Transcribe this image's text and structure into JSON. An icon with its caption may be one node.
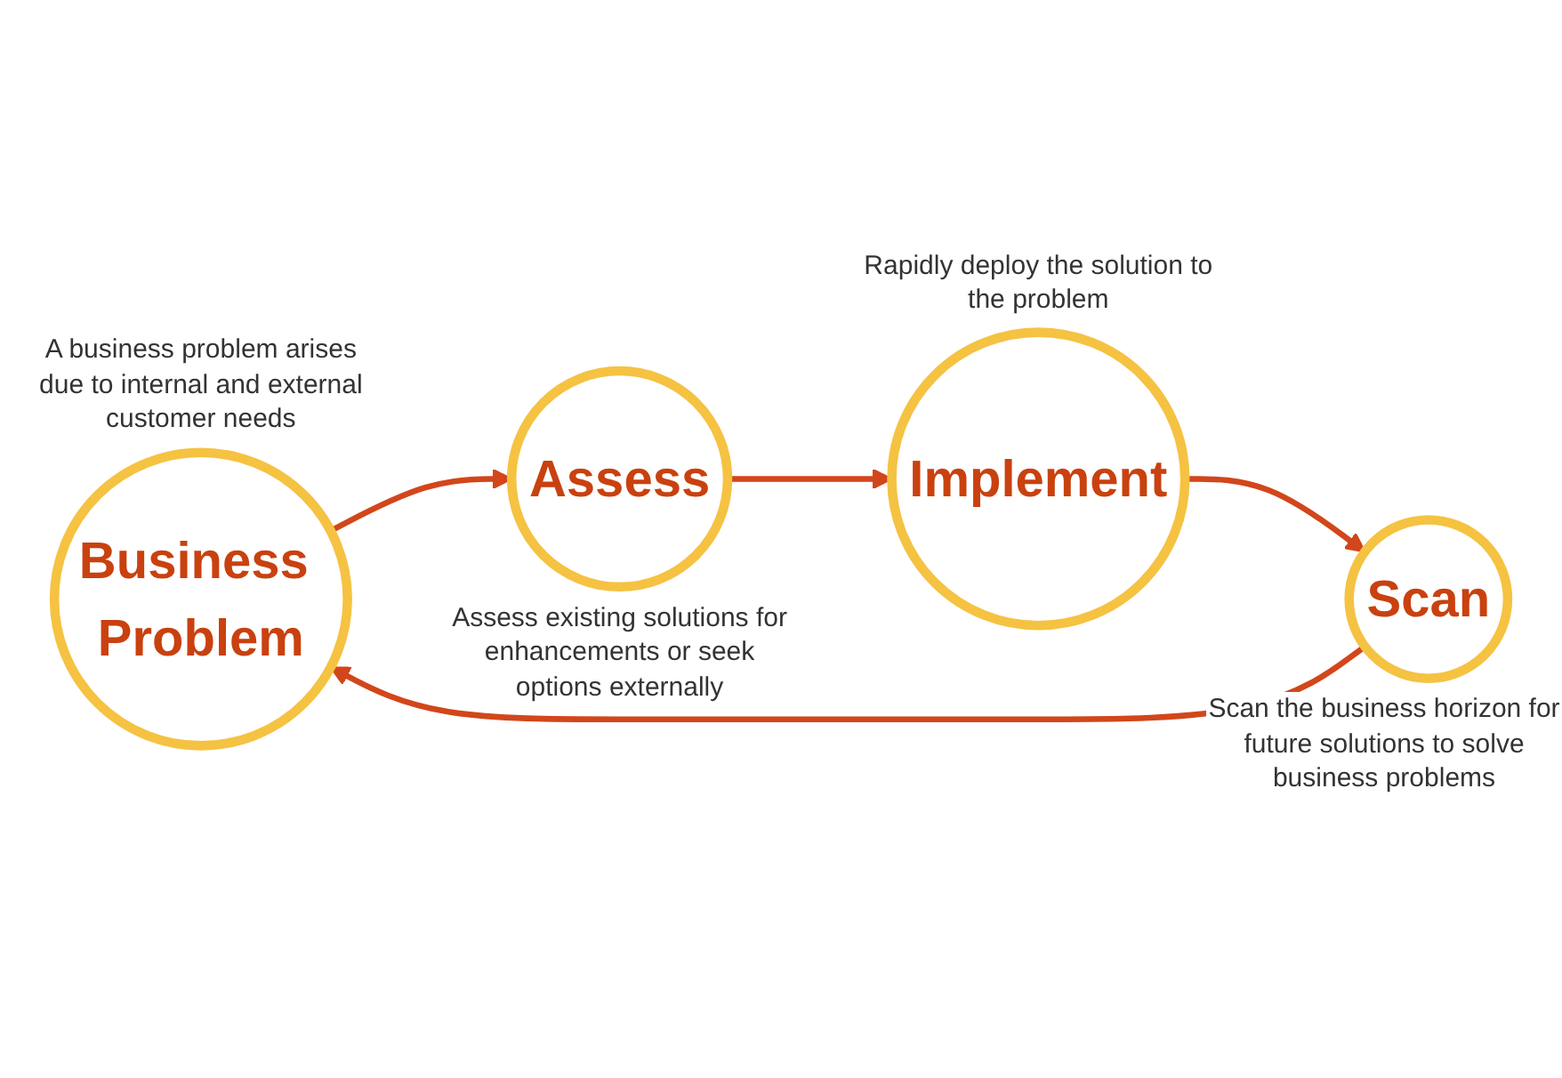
{
  "diagram": {
    "nodes": [
      {
        "text": [
          "Business Problem"
        ],
        "beside": [
          "A business problem arises due to internal and external customer needs"
        ]
      },
      {
        "text": [
          "Scan"
        ],
        "beside": [
          "Scan the business horizon for future solutions to solve business problems"
        ]
      },
      {
        "text": [
          "Assess"
        ],
        "beside": [
          "Assess existing solutions for enhancements or seek options externally"
        ]
      },
      {
        "text": [
          "Implement"
        ],
        "beside": [
          "Rapidly deploy the solution to the problem"
        ]
      }
    ],
    "edges": [
      {
        "from": 0,
        "to": 2,
        "arrow": "to",
        "color": "#d2461b"
      },
      {
        "from": 2,
        "to": 3,
        "arrow": "to",
        "color": "#d2461b"
      },
      {
        "from": 3,
        "to": 1,
        "arrow": "to",
        "color": "#d2461b"
      },
      {
        "from": 1,
        "to": 0,
        "arrow": "to",
        "color": "#d2461b"
      }
    ]
  }
}
